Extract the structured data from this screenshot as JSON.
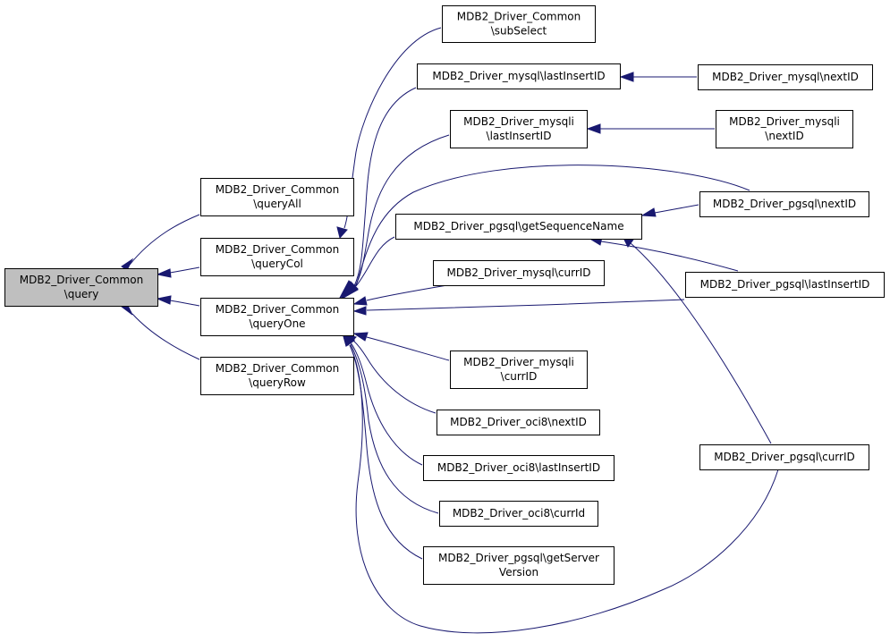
{
  "diagram": {
    "type": "doxygen-caller-graph",
    "edge_color": "#191970",
    "root_fill": "#bfbfbf",
    "nodes": [
      {
        "id": "query",
        "lines": [
          "MDB2_Driver_Common",
          "\\query"
        ],
        "root": true
      },
      {
        "id": "queryAll",
        "lines": [
          "MDB2_Driver_Common",
          "\\queryAll"
        ]
      },
      {
        "id": "queryCol",
        "lines": [
          "MDB2_Driver_Common",
          "\\queryCol"
        ]
      },
      {
        "id": "queryOne",
        "lines": [
          "MDB2_Driver_Common",
          "\\queryOne"
        ]
      },
      {
        "id": "queryRow",
        "lines": [
          "MDB2_Driver_Common",
          "\\queryRow"
        ]
      },
      {
        "id": "subSelect",
        "lines": [
          "MDB2_Driver_Common",
          "\\subSelect"
        ]
      },
      {
        "id": "mysql_lastInsertID",
        "lines": [
          "MDB2_Driver_mysql\\lastInsertID"
        ]
      },
      {
        "id": "mysqli_lastInsertID",
        "lines": [
          "MDB2_Driver_mysqli",
          "\\lastInsertID"
        ]
      },
      {
        "id": "pgsql_getSequenceName",
        "lines": [
          "MDB2_Driver_pgsql\\getSequenceName"
        ]
      },
      {
        "id": "mysql_currID",
        "lines": [
          "MDB2_Driver_mysql\\currID"
        ]
      },
      {
        "id": "mysqli_currID",
        "lines": [
          "MDB2_Driver_mysqli",
          "\\currID"
        ]
      },
      {
        "id": "oci8_nextID",
        "lines": [
          "MDB2_Driver_oci8\\nextID"
        ]
      },
      {
        "id": "oci8_lastInsertID",
        "lines": [
          "MDB2_Driver_oci8\\lastInsertID"
        ]
      },
      {
        "id": "oci8_currId",
        "lines": [
          "MDB2_Driver_oci8\\currId"
        ]
      },
      {
        "id": "pgsql_getServerVersion",
        "lines": [
          "MDB2_Driver_pgsql\\getServer",
          "Version"
        ]
      },
      {
        "id": "mysql_nextID",
        "lines": [
          "MDB2_Driver_mysql\\nextID"
        ]
      },
      {
        "id": "mysqli_nextID",
        "lines": [
          "MDB2_Driver_mysqli",
          "\\nextID"
        ]
      },
      {
        "id": "pgsql_nextID",
        "lines": [
          "MDB2_Driver_pgsql\\nextID"
        ]
      },
      {
        "id": "pgsql_lastInsertID",
        "lines": [
          "MDB2_Driver_pgsql\\lastInsertID"
        ]
      },
      {
        "id": "pgsql_currID",
        "lines": [
          "MDB2_Driver_pgsql\\currID"
        ]
      }
    ],
    "edges": [
      {
        "from": "queryAll",
        "to": "query"
      },
      {
        "from": "queryCol",
        "to": "query"
      },
      {
        "from": "queryOne",
        "to": "query"
      },
      {
        "from": "queryRow",
        "to": "query"
      },
      {
        "from": "subSelect",
        "to": "queryCol"
      },
      {
        "from": "mysql_lastInsertID",
        "to": "queryOne"
      },
      {
        "from": "mysqli_lastInsertID",
        "to": "queryOne"
      },
      {
        "from": "pgsql_nextID",
        "to": "queryOne"
      },
      {
        "from": "pgsql_getSequenceName",
        "to": "queryOne"
      },
      {
        "from": "mysql_currID",
        "to": "queryOne"
      },
      {
        "from": "pgsql_lastInsertID",
        "to": "queryOne"
      },
      {
        "from": "mysqli_currID",
        "to": "queryOne"
      },
      {
        "from": "oci8_nextID",
        "to": "queryOne"
      },
      {
        "from": "oci8_lastInsertID",
        "to": "queryOne"
      },
      {
        "from": "oci8_currId",
        "to": "queryOne"
      },
      {
        "from": "pgsql_getServerVersion",
        "to": "queryOne"
      },
      {
        "from": "pgsql_currID",
        "to": "queryOne"
      },
      {
        "from": "mysql_nextID",
        "to": "mysql_lastInsertID"
      },
      {
        "from": "mysqli_nextID",
        "to": "mysqli_lastInsertID"
      },
      {
        "from": "pgsql_nextID",
        "to": "pgsql_getSequenceName"
      },
      {
        "from": "pgsql_lastInsertID",
        "to": "pgsql_getSequenceName"
      },
      {
        "from": "pgsql_currID",
        "to": "pgsql_getSequenceName"
      }
    ]
  }
}
